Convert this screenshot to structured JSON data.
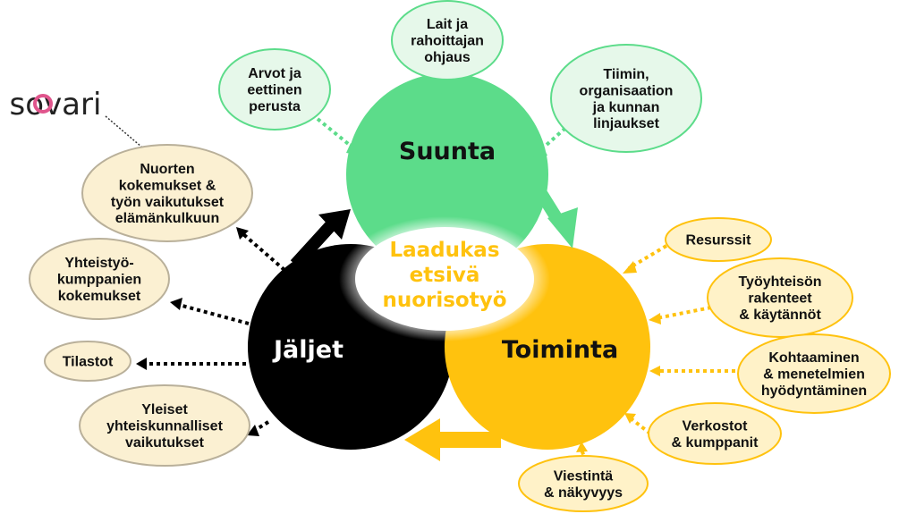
{
  "logo": {
    "text": "sovari"
  },
  "center": {
    "lines": [
      "Laadukas",
      "etsivä",
      "nuorisotyö"
    ]
  },
  "circles": {
    "suunta": "Suunta",
    "toiminta": "Toiminta",
    "jaljet": "Jäljet"
  },
  "colors": {
    "green": "#5cdc8a",
    "yellow": "#ffc20e",
    "black": "#000000",
    "green_bubble": "#e6f8ea",
    "yellow_bubble": "#fff2c8",
    "beige_bubble": "#fbf0d2"
  },
  "bubbles": {
    "arvot": [
      "Arvot ja",
      "eettinen",
      "perusta"
    ],
    "lait": [
      "Lait ja",
      "rahoittajan",
      "ohjaus"
    ],
    "tiimin": [
      "Tiimin,",
      "organisaation",
      "ja kunnan",
      "linjaukset"
    ],
    "resurssit": [
      "Resurssit"
    ],
    "tyoyhteison": [
      "Työyhteisön",
      "rakenteet",
      "& käytännöt"
    ],
    "kohtaaminen": [
      "Kohtaaminen",
      "& menetelmien",
      "hyödyntäminen"
    ],
    "verkostot": [
      "Verkostot",
      "& kumppanit"
    ],
    "viestinta": [
      "Viestintä",
      "& näkyvyys"
    ],
    "nuorten": [
      "Nuorten",
      "kokemukset &",
      "työn vaikutukset",
      "elämänkulkuun"
    ],
    "yhteistyo": [
      "Yhteistyö-",
      "kumppanien",
      "kokemukset"
    ],
    "tilastot": [
      "Tilastot"
    ],
    "yleiset": [
      "Yleiset",
      "yhteiskunnalliset",
      "vaikutukset"
    ]
  }
}
